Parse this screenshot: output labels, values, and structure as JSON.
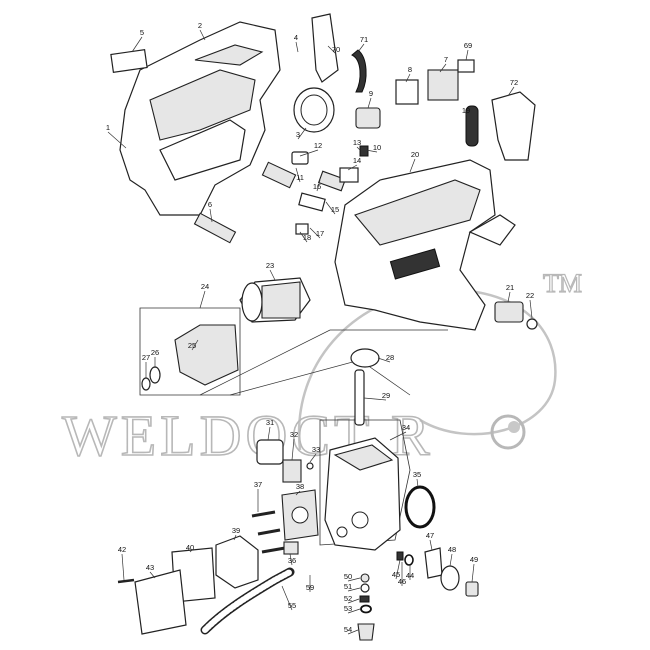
{
  "diagram": {
    "watermark": {
      "text": "WELDOCT  R",
      "trademark": "TM"
    },
    "callouts": [
      "1",
      "2",
      "3",
      "4",
      "5",
      "6",
      "7",
      "8",
      "9",
      "10",
      "11",
      "12",
      "13",
      "14",
      "15",
      "16",
      "17",
      "18",
      "19",
      "20",
      "21",
      "22",
      "23",
      "24",
      "25",
      "26",
      "27",
      "28",
      "29",
      "31",
      "32",
      "33",
      "34",
      "35",
      "36",
      "37",
      "38",
      "39",
      "40",
      "42",
      "43",
      "44",
      "45",
      "46",
      "47",
      "48",
      "49",
      "50",
      "51",
      "52",
      "53",
      "54",
      "55",
      "59",
      "69",
      "70",
      "71",
      "72"
    ]
  }
}
